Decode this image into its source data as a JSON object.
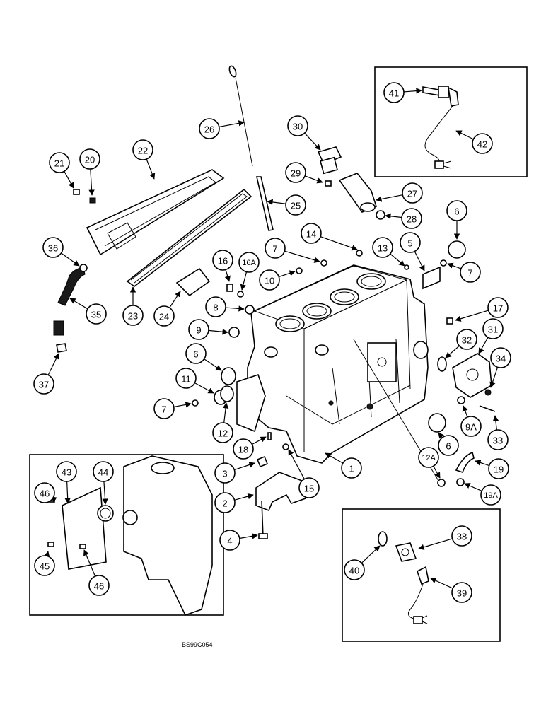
{
  "figure_code": "BS99C054",
  "callouts": [
    "1",
    "2",
    "3",
    "4",
    "5",
    "6",
    "7",
    "8",
    "9",
    "9A",
    "10",
    "11",
    "12",
    "12A",
    "13",
    "14",
    "15",
    "16",
    "16A",
    "17",
    "18",
    "19",
    "19A",
    "20",
    "21",
    "22",
    "23",
    "24",
    "25",
    "26",
    "27",
    "28",
    "29",
    "30",
    "31",
    "32",
    "33",
    "34",
    "35",
    "36",
    "37",
    "38",
    "39",
    "40",
    "41",
    "42",
    "43",
    "44",
    "45",
    "46"
  ]
}
